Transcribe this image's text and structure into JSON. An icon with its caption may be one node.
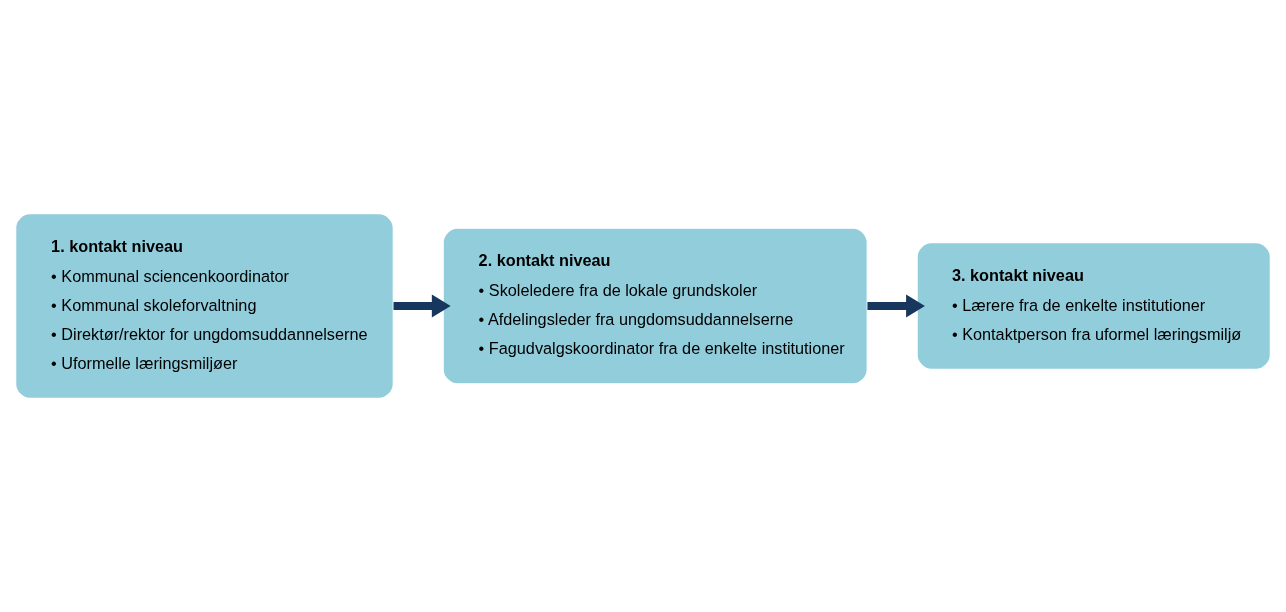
{
  "diagram": {
    "nodes": [
      {
        "text": [
          "1. kontakt niveau",
          "• Kommunal sciencenkoordinator",
          "• Kommunal skoleforvaltning",
          "• Direktør/rektor for ungdomsuddannelserne",
          "• Uformelle læringsmiljøer"
        ]
      },
      {
        "text": [
          "2. kontakt niveau",
          "• Skoleledere fra de lokale grundskoler",
          "• Afdelingsleder fra ungdomsuddannelserne",
          "• Fagudvalgskoordinator fra de enkelte institutioner"
        ]
      },
      {
        "text": [
          "3. kontakt niveau",
          "• Lærere fra de enkelte institutioner",
          "• Kontaktperson fra uformel læringsmiljø"
        ]
      }
    ],
    "edges": [
      {
        "from": 0,
        "to": 1,
        "arrow": "to"
      },
      {
        "from": 1,
        "to": 2,
        "arrow": "to"
      }
    ]
  }
}
